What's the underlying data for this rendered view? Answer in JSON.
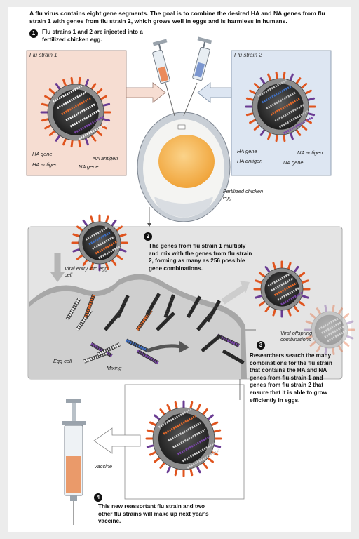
{
  "intro": "A flu virus contains eight gene segments. The goal is to combine the desired HA and NA genes from flu strain 1 with genes from flu strain 2, which grows well in eggs and is harmless in humans.",
  "steps": [
    {
      "num": "1",
      "text": "Flu strains 1 and 2 are injected into a fertilized chicken egg."
    },
    {
      "num": "2",
      "text": "The genes from flu strain 1 multiply and mix with the genes from flu strain 2, forming as many as 256 possible gene combinations."
    },
    {
      "num": "3",
      "text": "Researchers search the many combinations for the flu strain that contains the HA and NA genes from flu strain 1 and genes from flu strain 2 that ensure that it is able to grow efficiently in eggs."
    },
    {
      "num": "4",
      "text": "This new reassortant flu strain and two other flu strains will make up next year's vaccine."
    }
  ],
  "strain1": {
    "title": "Flu strain 1",
    "ha_gene": "HA gene",
    "ha_antigen": "HA antigen",
    "na_antigen": "NA antigen",
    "na_gene": "NA gene"
  },
  "strain2": {
    "title": "Flu strain 2",
    "ha_gene": "HA gene",
    "ha_antigen": "HA antigen",
    "na_antigen": "NA antigen",
    "na_gene": "NA gene"
  },
  "labels": {
    "egg": "Fertilized chicken egg",
    "viral_entry": "Viral entry into egg cell",
    "egg_cell": "Egg cell",
    "mixing": "Mixing",
    "offspring": "Viral offspring combinations",
    "vaccine": "Vaccine"
  },
  "colors": {
    "strain1_panel": "#f6ddd2",
    "strain2_panel": "#dde6f2",
    "mix_panel": "#e4e4e4",
    "spike_orange": "#e0541e",
    "spike_purple": "#6a3c93",
    "gene_blue": "#3f6fc1",
    "gene_orange": "#e56a2a",
    "gene_purple": "#7a46a8",
    "yolk": "#f6b24a"
  }
}
